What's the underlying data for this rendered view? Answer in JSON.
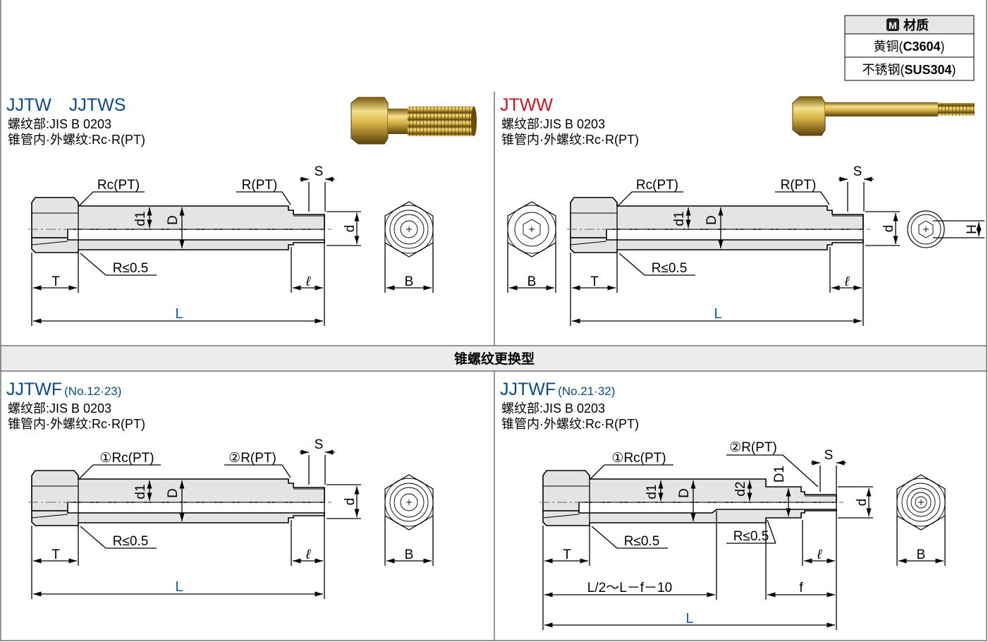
{
  "material_table": {
    "badge": "M",
    "header": "材质",
    "rows": [
      {
        "prefix": "黄铜(",
        "code": "C3604",
        "suffix": ")"
      },
      {
        "prefix": "不锈钢(",
        "code": "SUS304",
        "suffix": ")"
      }
    ]
  },
  "panels": [
    {
      "title": "JJTW　JJTWS",
      "title_suffix": "",
      "line1": "螺纹部:JIS B 0203",
      "line2": "锥管内·外螺纹:Rc·R(PT)"
    },
    {
      "title": "JTWW",
      "title_suffix": "",
      "line1": "螺纹部:JIS B 0203",
      "line2": "锥管内·外螺纹:Rc·R(PT)"
    },
    {
      "title": "JJTWF",
      "title_suffix": "(No.12·23)",
      "line1": "螺纹部:JIS B 0203",
      "line2": "锥管内·外螺纹:Rc·R(PT)"
    },
    {
      "title": "JJTWF",
      "title_suffix": "(No.21·32)",
      "line1": "螺纹部:JIS B 0203",
      "line2": "锥管内·外螺纹:Rc·R(PT)"
    }
  ],
  "section_header": "锥螺纹更换型",
  "labels": {
    "rc": "Rc(PT)",
    "r": "R(PT)",
    "rc_num": "①Rc(PT)",
    "r_num": "②R(PT)",
    "radius": "R≤0.5",
    "T": "T",
    "L": "L",
    "S": "S",
    "ell": "ℓ",
    "B": "B",
    "d": "d",
    "d1": "d1",
    "d2": "d2",
    "D": "D",
    "D1": "D1",
    "H": "H",
    "f": "f",
    "L_formula": "L/2～L－f－10"
  },
  "colors": {
    "title_blue": "#0a4a8a",
    "title_red": "#d0101e",
    "dim_L": "#0a5ab0",
    "header_bg": "#ececec",
    "brass": "#c9a53a"
  }
}
